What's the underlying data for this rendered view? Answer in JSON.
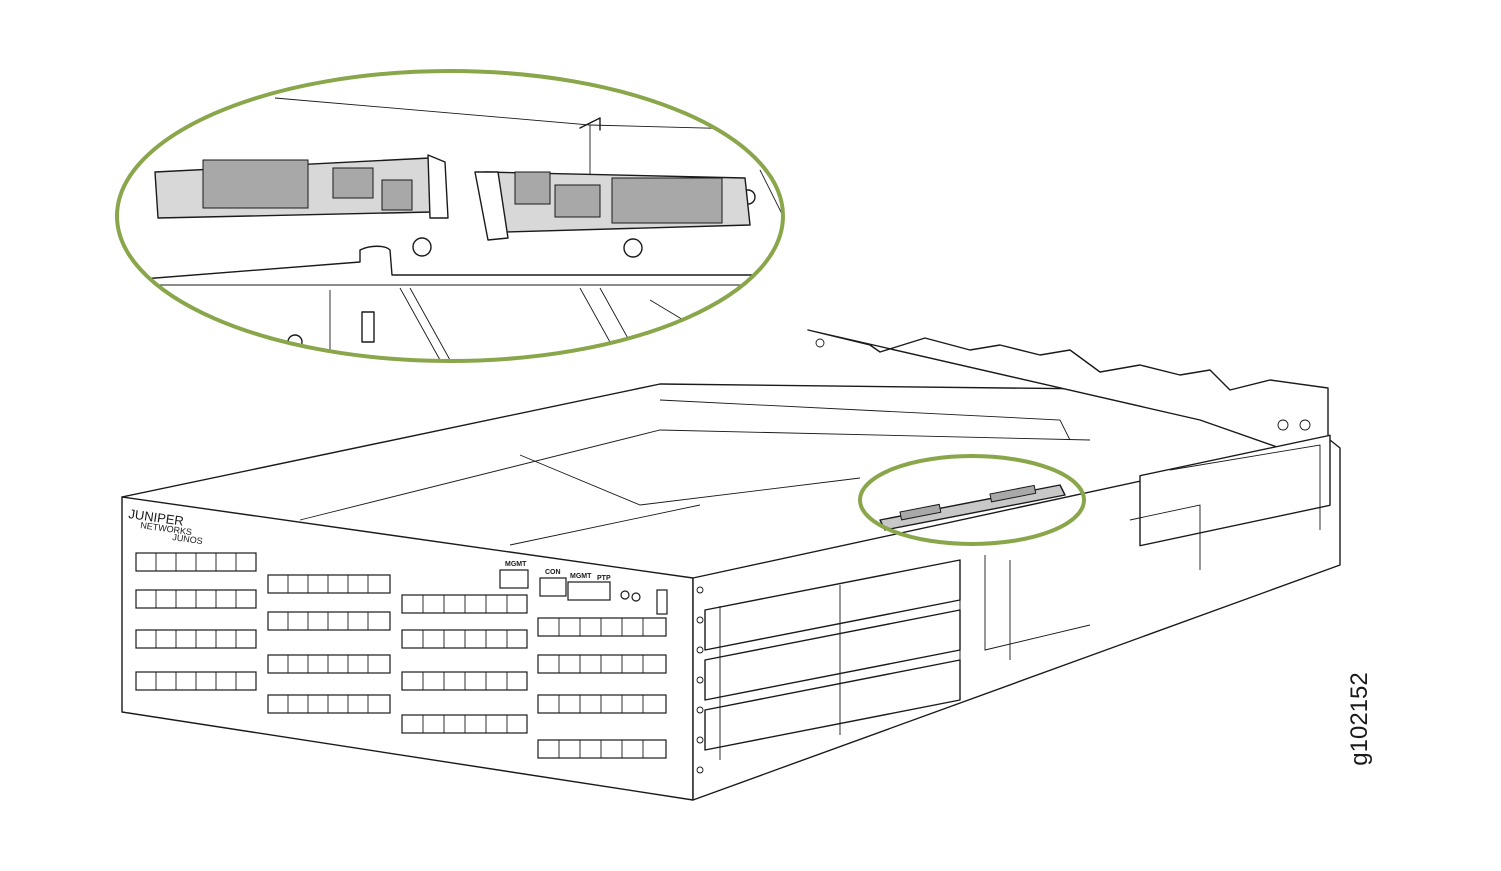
{
  "figure": {
    "id_label": "g102152"
  },
  "front_panel": {
    "brand": "JUNIPER",
    "brand_sub": "NETWORKS",
    "os_logo": "JUNOS",
    "labels": {
      "mgmt_top": "MGMT",
      "con": "CON",
      "mgmt_ptp": "MGMT",
      "ptp": "PTP"
    }
  },
  "colors": {
    "highlight": "#8aa64a",
    "chip_fill": "#a8a8a8",
    "card_fill": "#d8d8d8",
    "line": "#1a1a1a"
  }
}
